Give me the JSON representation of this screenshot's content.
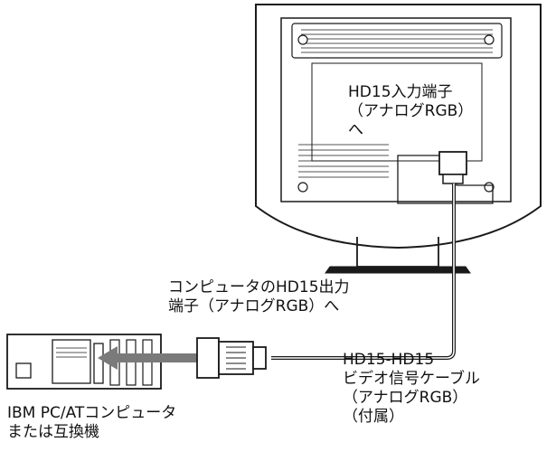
{
  "labels": {
    "monitor_input": [
      "HD15入力端子",
      "（アナログRGB）",
      "へ"
    ],
    "computer_output": [
      "コンピュータのHD15出力",
      "端子（アナログRGB）へ"
    ],
    "cable": [
      "HD15-HD15",
      "ビデオ信号ケーブル",
      "（アナログRGB）",
      "（付属）"
    ],
    "computer": [
      "IBM PC/ATコンピュータ",
      "または互換機"
    ]
  },
  "colors": {
    "line": "#1a1a1a",
    "arrow": "#7a7a7a",
    "background": "#ffffff"
  }
}
